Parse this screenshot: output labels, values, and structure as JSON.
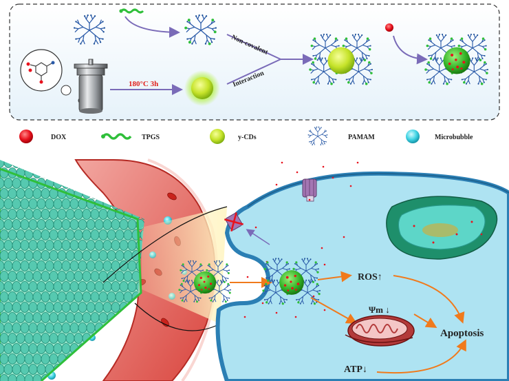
{
  "scheme": {
    "synthesis": {
      "temperature_time": "180°C  3h",
      "step_label_upper": "Non-covalent",
      "step_label_lower": "Interaction"
    },
    "legend": [
      {
        "label": "DOX",
        "icon": "red-sphere-icon",
        "color": "#e8121d"
      },
      {
        "label": "TPGS",
        "icon": "green-chain-icon",
        "color": "#2fbf3a"
      },
      {
        "label": "y-CDs",
        "icon": "yellow-green-sphere-icon",
        "color": "#c9e62a"
      },
      {
        "label": "PAMAM",
        "icon": "dendrimer-icon",
        "color": "#2a5aa8"
      },
      {
        "label": "Microbubble",
        "icon": "cyan-sphere-icon",
        "color": "#3fd3e3"
      }
    ],
    "outcomes": {
      "ros": "ROS↑",
      "membrane_potential": "Ψm ↓",
      "atp": "ATP↓",
      "apoptosis": "Apoptosis"
    }
  }
}
